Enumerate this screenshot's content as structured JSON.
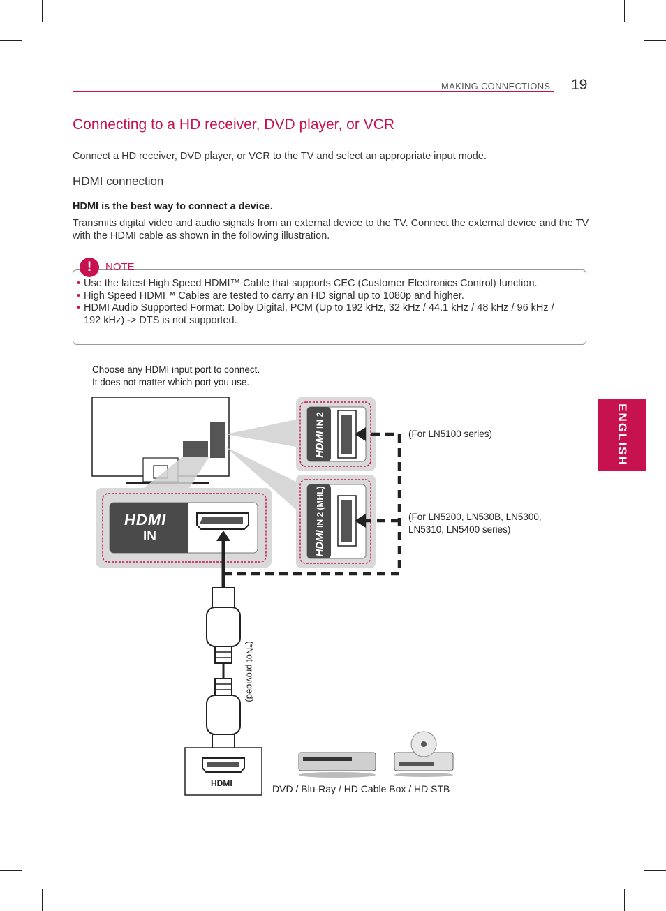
{
  "header": {
    "section": "MAKING CONNECTIONS",
    "page_number": "19"
  },
  "side_tab": {
    "label": "ENGLISH"
  },
  "title": "Connecting to a HD receiver, DVD player, or VCR",
  "intro": "Connect a HD receiver, DVD player, or VCR to the TV and select an appropriate input mode.",
  "subheading": "HDMI connection",
  "bold_line": "HDMI is the best way to connect a device.",
  "body": "Transmits digital video and audio signals from an external device to the TV. Connect the external device and the TV with the HDMI cable as shown in the following illustration.",
  "note": {
    "icon": "!",
    "label": "NOTE",
    "items": [
      "Use the latest High Speed HDMI™ Cable that supports CEC (Customer Electronics Control) function.",
      "High Speed HDMI™ Cables are tested to carry an HD signal up to 1080p and higher.",
      "HDMI Audio Supported Format: Dolby Digital, PCM (Up to 192 kHz, 32 kHz / 44.1 kHz / 48 kHz / 96 kHz / 192 kHz) -> DTS is not supported."
    ]
  },
  "illustration": {
    "instruction_line1": "Choose any HDMI input port to connect.",
    "instruction_line2": "It does not matter which port you use.",
    "hdmi_logo": "HDMI",
    "port_in": "IN",
    "port_in2": "IN 2",
    "port_in2_mhl": "IN 2 (MHL)",
    "series_ln5100": "(For LN5100 series)",
    "series_line1": "(For LN5200, LN530B, LN5300,",
    "series_line2": "LN5310, LN5400 series)",
    "not_provided": "(*Not provided)",
    "device_port_label": "HDMI",
    "devices_caption": "DVD / Blu-Ray / HD Cable Box / HD STB"
  },
  "colors": {
    "accent": "#c6134f",
    "text": "#333333",
    "panel_gray": "#d9d9d9",
    "dark_port": "#4a4a4a"
  }
}
